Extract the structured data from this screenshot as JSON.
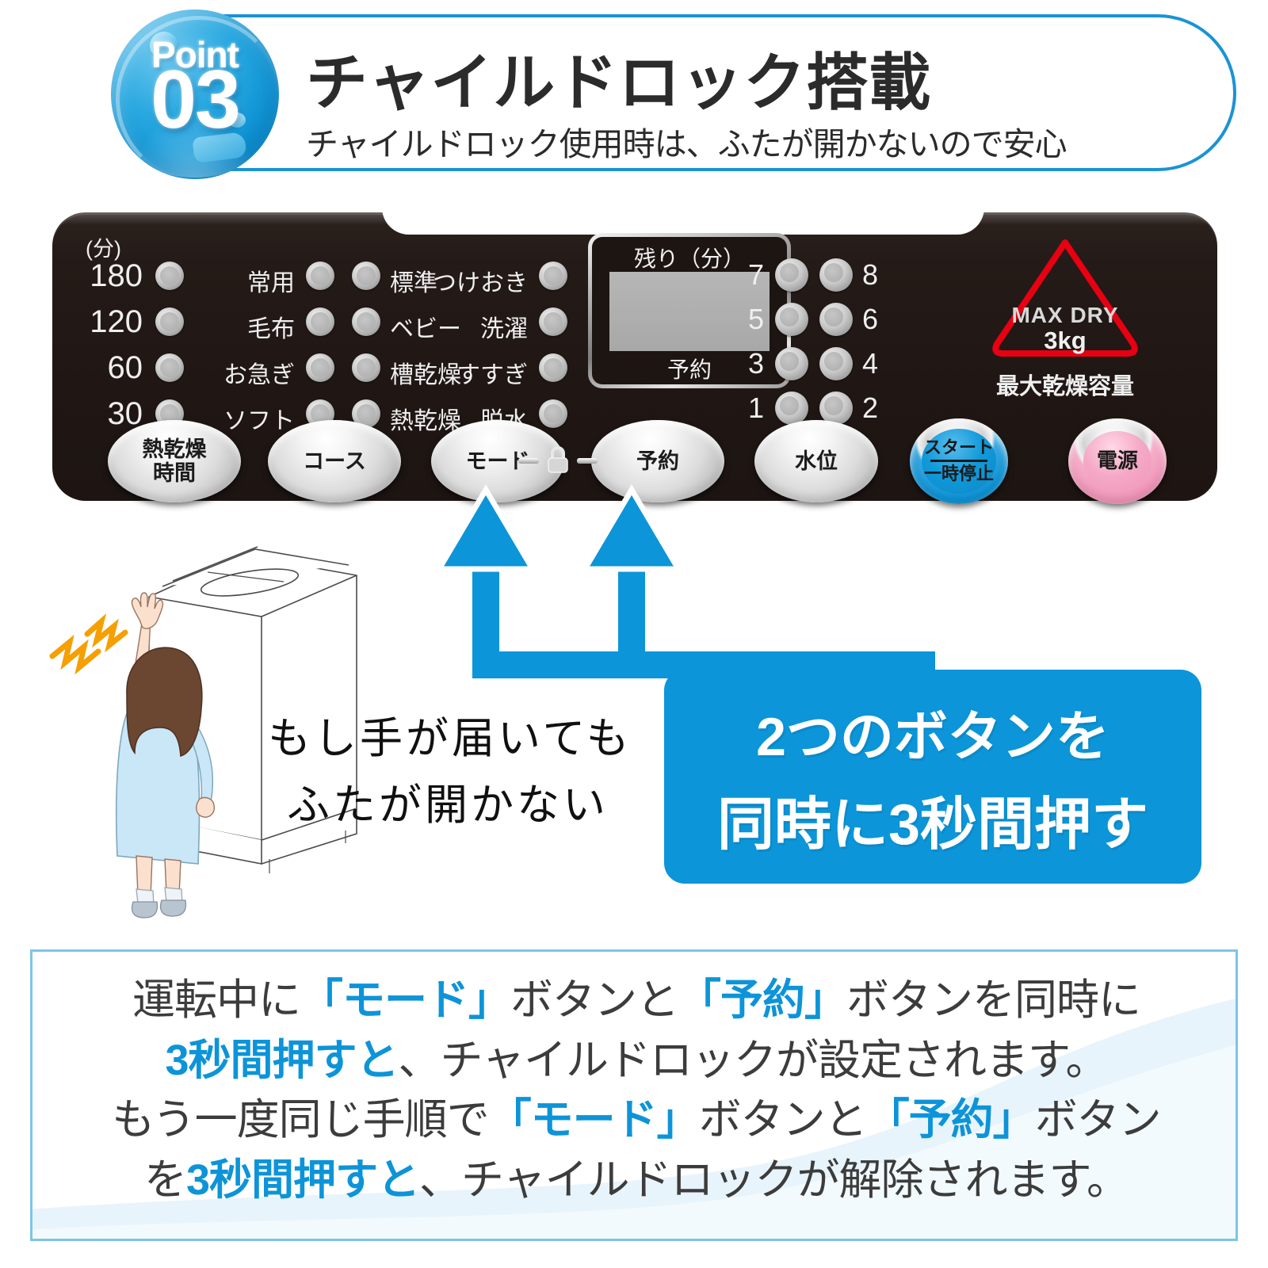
{
  "header": {
    "badge_word": "Point",
    "badge_number": "03",
    "title": "チャイルドロック搭載",
    "subtitle": "チャイルドロック使用時は、ふたが開かないので安心"
  },
  "panel": {
    "minutes_unit": "(分)",
    "timer_values": [
      "180",
      "120",
      "60",
      "30"
    ],
    "course_left": [
      "常用",
      "毛布",
      "お急ぎ",
      "ソフト"
    ],
    "course_mid": [
      "標準",
      "ベビー",
      "槽乾燥",
      "熱乾燥"
    ],
    "course_right": [
      "つけおき",
      "洗濯",
      "すすぎ",
      "脱水"
    ],
    "display": {
      "top_label": "残り（分）",
      "bottom_label": "予約",
      "screen_value": ""
    },
    "level_numbers": [
      [
        "7",
        "8"
      ],
      [
        "5",
        "6"
      ],
      [
        "3",
        "4"
      ],
      [
        "1",
        "2"
      ]
    ],
    "maxdry": {
      "line1": "MAX DRY",
      "line2": "3kg",
      "caption": "最大乾燥容量",
      "triangle_color": "#e60012"
    },
    "buttons": [
      {
        "id": "dry-time",
        "line1": "熱乾燥",
        "line2": "時間",
        "style": "silver"
      },
      {
        "id": "course",
        "line1": "コース",
        "line2": "",
        "style": "silver"
      },
      {
        "id": "mode",
        "line1": "モード",
        "line2": "",
        "style": "silver"
      },
      {
        "id": "reserve",
        "line1": "予約",
        "line2": "",
        "style": "silver"
      },
      {
        "id": "water-level",
        "line1": "水位",
        "line2": "",
        "style": "silver"
      },
      {
        "id": "start-pause",
        "line1": "スタート",
        "line2": "一時停止",
        "style": "blue"
      },
      {
        "id": "power",
        "line1": "電源",
        "line2": "",
        "style": "pink"
      }
    ],
    "lock_icon": "padlock-icon"
  },
  "callout": {
    "line1": "2つのボタンを",
    "line2": "同時に3秒間押す",
    "bg_color": "#0c95d8"
  },
  "handwriting": {
    "line1": "もし手が届いても",
    "line2": "ふたが開かない"
  },
  "bottom": {
    "line1_a": "運転中に",
    "line1_mode": "「モード」",
    "line1_b": "ボタンと",
    "line1_reserve": "「予約」",
    "line1_c": "ボタンを同時に",
    "line2_a": "3秒間押すと",
    "line2_b": "、チャイルドロックが設定されます。",
    "line3_a": "もう一度同じ手順で",
    "line3_mode": "「モード」",
    "line3_b": "ボタンと",
    "line3_reserve": "「予約」",
    "line3_c": "ボタン",
    "line4_a": "を",
    "line4_b": "3秒間押すと",
    "line4_c": "、チャイルドロックが解除されます。",
    "accent_color": "#0d94d8"
  }
}
